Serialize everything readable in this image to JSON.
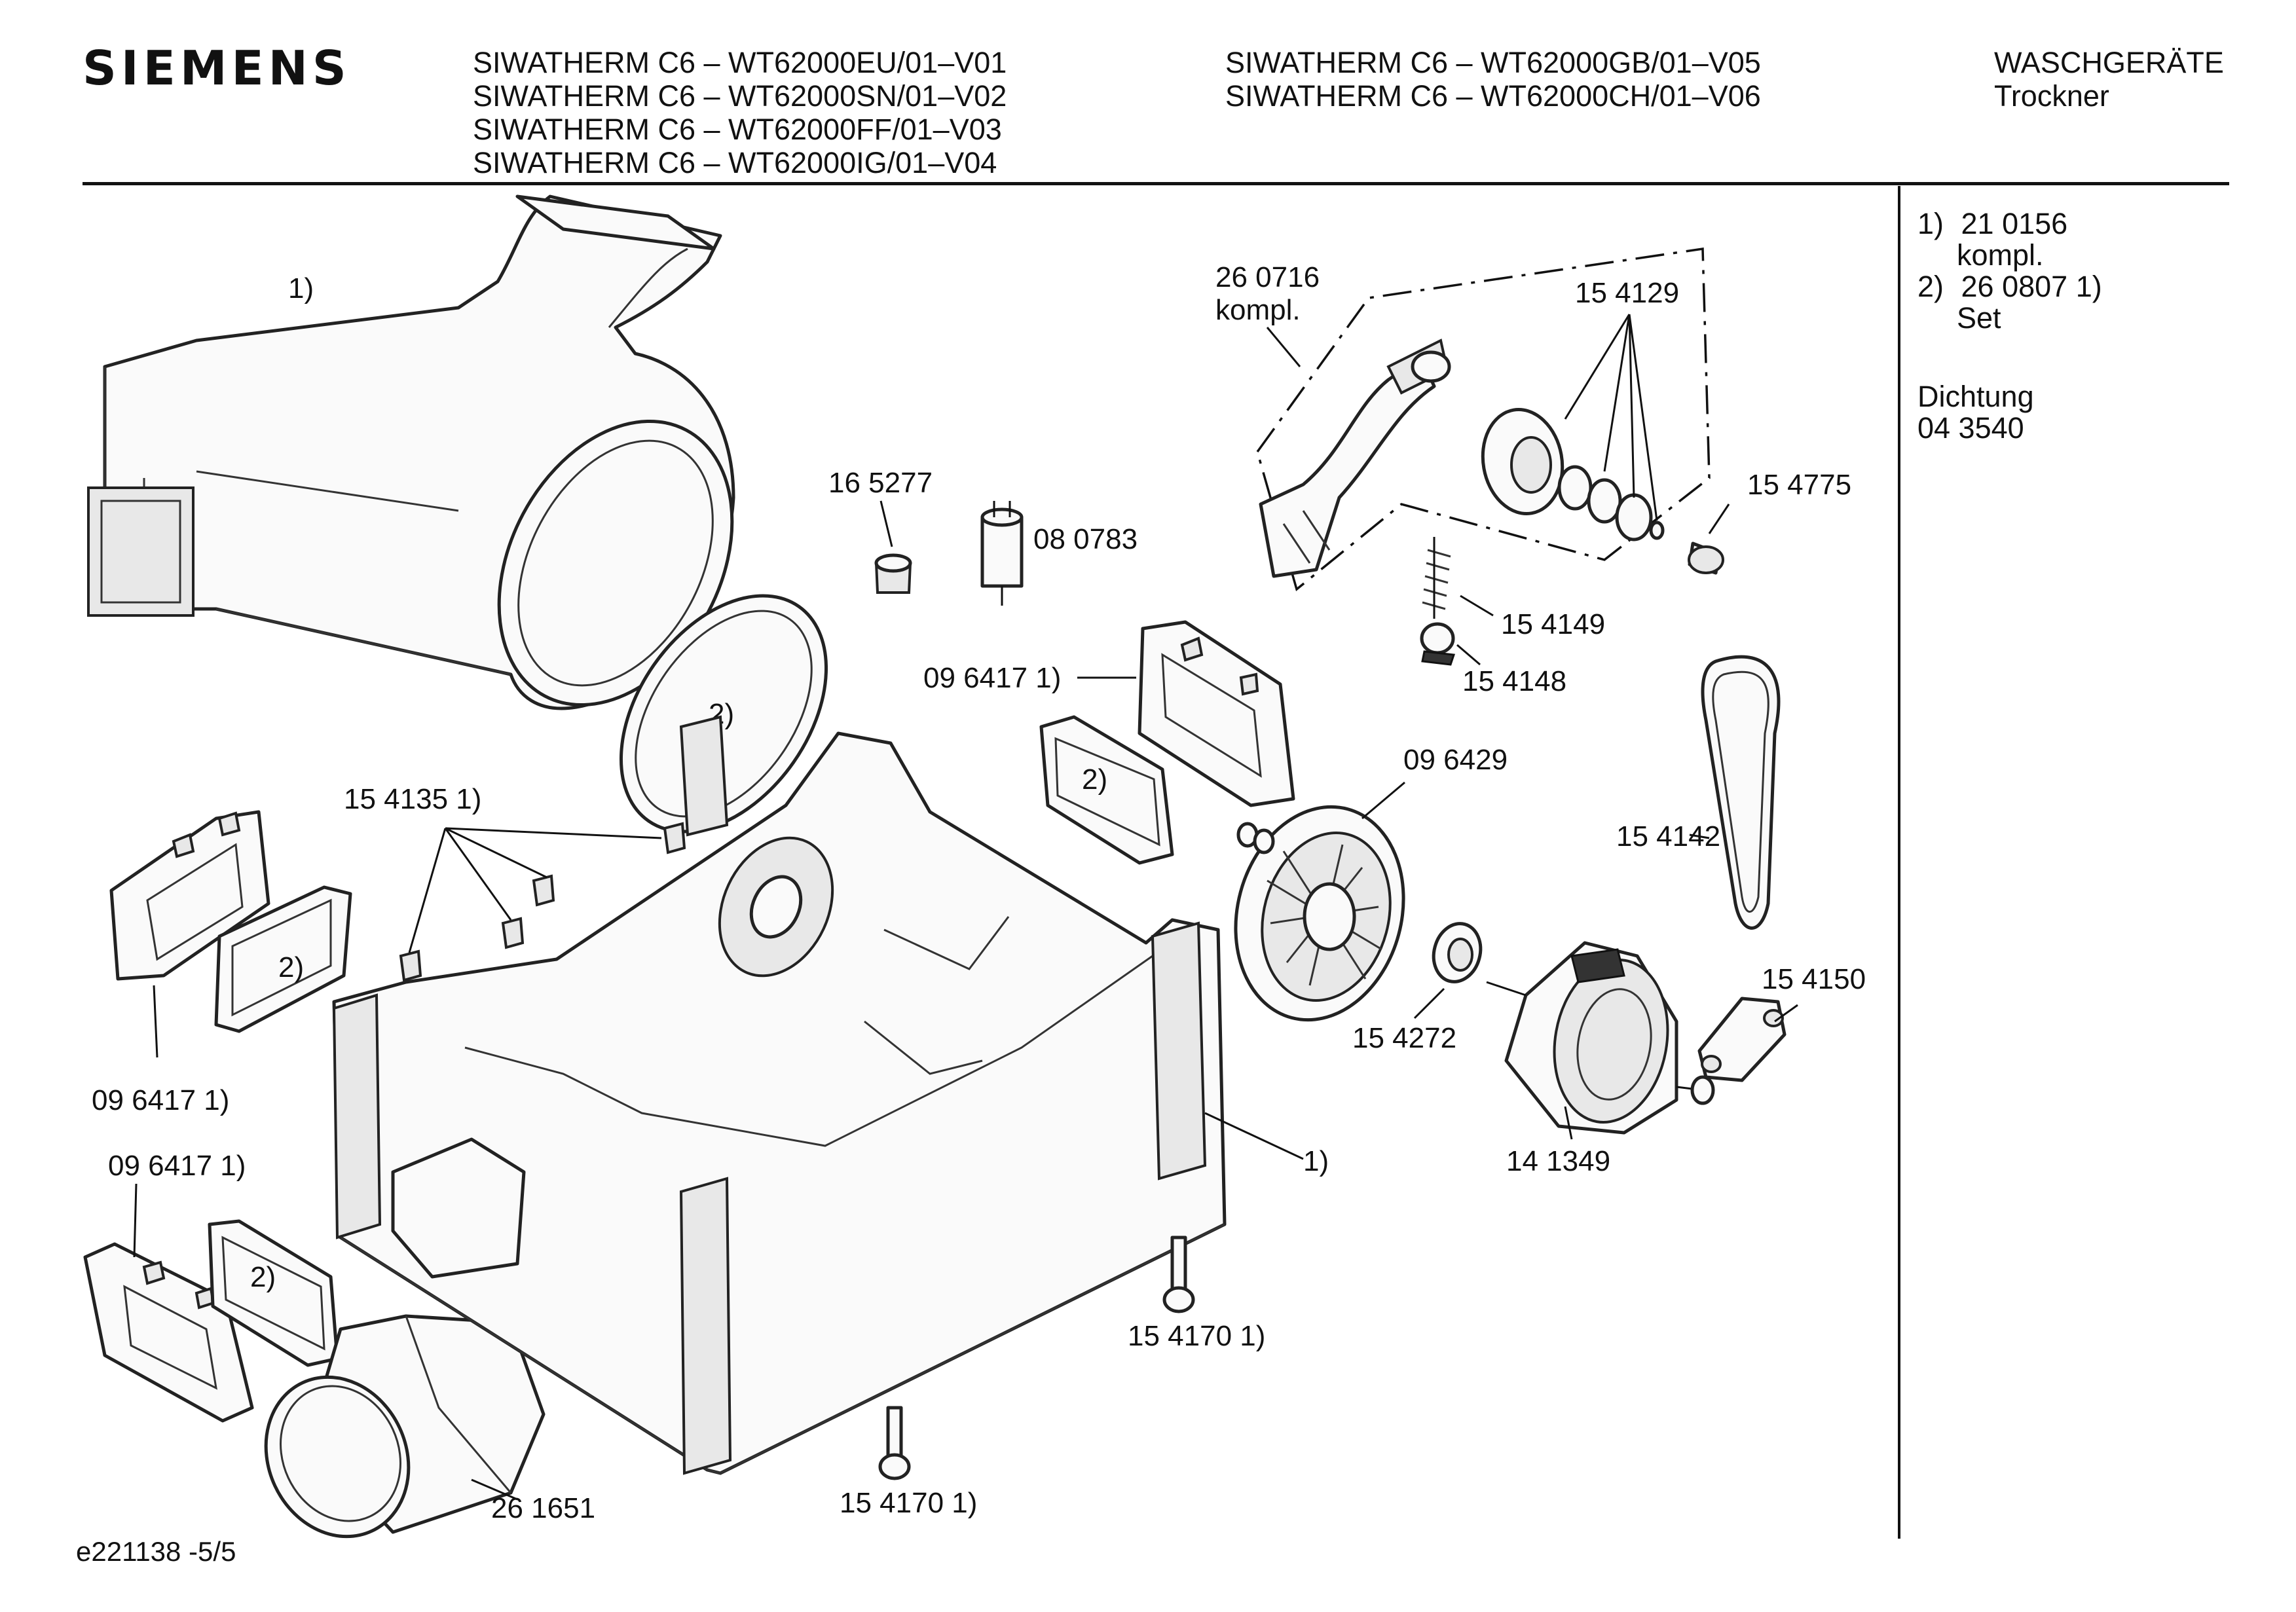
{
  "header": {
    "brand": "SIEMENS",
    "models_left": [
      "SIWATHERM C6 – WT62000EU/01–V01",
      "SIWATHERM C6 – WT62000SN/01–V02",
      "SIWATHERM C6 – WT62000FF/01–V03",
      "SIWATHERM C6 – WT62000IG/01–V04"
    ],
    "models_right": [
      "SIWATHERM C6 – WT62000GB/01–V05",
      "SIWATHERM C6  – WT62000CH/01–V06"
    ],
    "category": "WASCHGERÄTE",
    "subcategory": "Trockner"
  },
  "legend": {
    "item1_num": "1)",
    "item1_code": "21 0156",
    "item1_note": "kompl.",
    "item2_num": "2)",
    "item2_code": "26 0807 1)",
    "item2_note": "Set",
    "seal_label": "Dichtung",
    "seal_code": "04 3540"
  },
  "footer": {
    "doc_ref": "e221138 -5/5"
  },
  "callouts": {
    "duct_top": "1)",
    "gasket_oval": "2)",
    "p165277": "16 5277",
    "p080783": "08 0783",
    "p260716": "26 0716",
    "p260716_note": "kompl.",
    "p154129": "15 4129",
    "p154775": "15 4775",
    "p154149": "15 4149",
    "p154148": "15 4148",
    "p096417_top": "09 6417 1)",
    "gasket_mid": "2)",
    "p096429": "09 6429",
    "p154142": "15 4142",
    "p154135": "15 4135 1)",
    "gasket_left": "2)",
    "p096417_left": "09 6417 1)",
    "p096417_low": "09 6417 1)",
    "gasket_low": "2)",
    "p154272": "15 4272",
    "p154150": "15 4150",
    "p141349": "14 1349",
    "base_1": "1)",
    "p154170_right": "15 4170 1)",
    "p154170_bottom": "15 4170 1)",
    "p261651": "26 1651"
  }
}
